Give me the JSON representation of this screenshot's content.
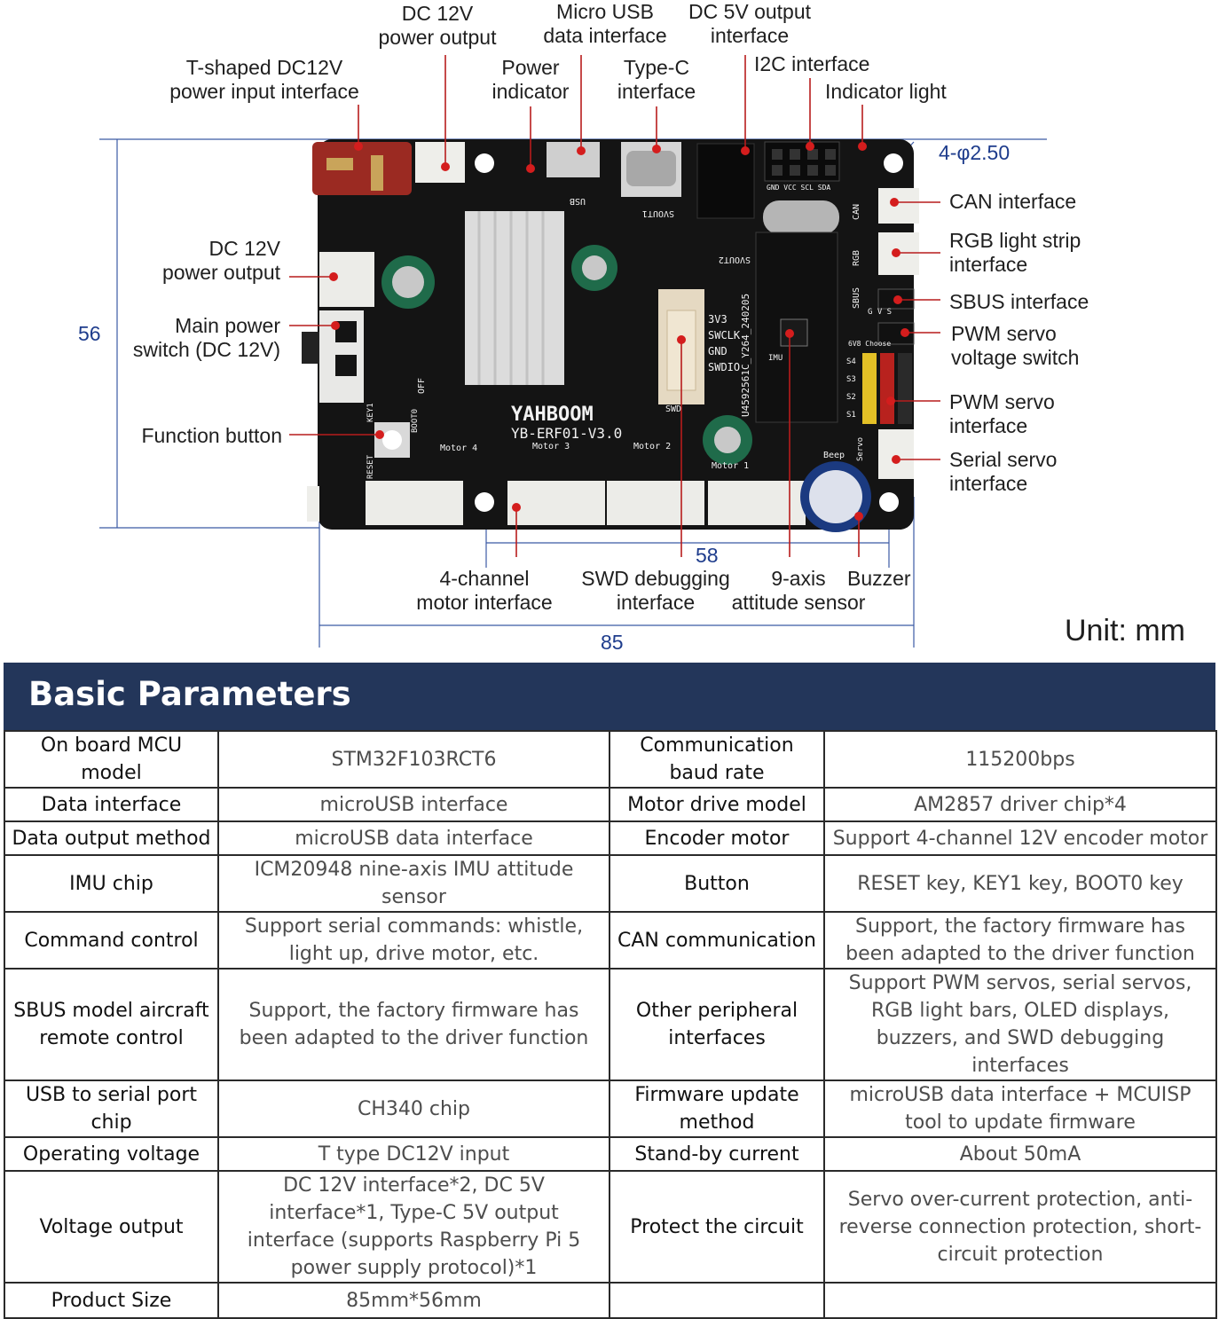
{
  "diagram": {
    "callouts": {
      "dc12v_top": "DC 12V\npower output",
      "micro_usb": "Micro USB\ndata interface",
      "dc5v": "DC 5V output\ninterface",
      "t_shaped": "T-shaped DC12V\npower input interface",
      "power_indicator": "Power\nindicator",
      "type_c": "Type-C\ninterface",
      "i2c": "I2C interface",
      "indicator_light": "Indicator light",
      "hole_spec": "4-φ2.50",
      "can": "CAN interface",
      "rgb": "RGB light strip\ninterface",
      "sbus": "SBUS interface",
      "pwm_switch": "PWM servo\nvoltage switch",
      "pwm_iface": "PWM servo\ninterface",
      "serial_servo": "Serial servo\ninterface",
      "dc12v_left": "DC 12V\npower output",
      "main_switch": "Main power\nswitch (DC 12V)",
      "function_button": "Function button",
      "motor_iface": "4-channel\nmotor interface",
      "swd": "SWD debugging\ninterface",
      "imu": "9-axis\nattitude sensor",
      "buzzer": "Buzzer"
    },
    "dimensions": {
      "height": "56",
      "inner_width": "58",
      "width": "85"
    },
    "unit": "Unit: mm",
    "board": {
      "brand": "YAHBOOM",
      "model": "YB-ERF01-V3.0",
      "serial": "U4592561C_Y264_240205",
      "swd_pins": [
        "3V3",
        "SWCLK",
        "GND",
        "SWDIO"
      ],
      "motor_labels": [
        "Motor 1",
        "Motor 2",
        "Motor 3",
        "Motor 4"
      ],
      "side_labels": [
        "CAN",
        "RGB",
        "SBUS",
        "S4",
        "S3",
        "S2",
        "S1",
        "Servo",
        "Beep",
        "IMU",
        "SWD",
        "BOOT0",
        "KEY1",
        "RESET",
        "OFF",
        "USB",
        "SVOUT1",
        "SVOUT2",
        "GND VCC SCL SDA",
        "6V8 Choose",
        "G V S"
      ]
    }
  },
  "params": {
    "title": "Basic Parameters",
    "rows": [
      [
        "On board MCU model",
        "STM32F103RCT6",
        "Communication baud rate",
        "115200bps"
      ],
      [
        "Data interface",
        "microUSB interface",
        "Motor drive model",
        "AM2857 driver chip*4"
      ],
      [
        "Data output method",
        "microUSB data interface",
        "Encoder motor",
        "Support 4-channel 12V encoder motor"
      ],
      [
        "IMU chip",
        "ICM20948 nine-axis IMU attitude sensor",
        "Button",
        "RESET key, KEY1 key, BOOT0 key"
      ],
      [
        "Command control",
        "Support serial commands: whistle, light up, drive motor, etc.",
        "CAN communication",
        "Support, the factory firmware has been adapted to the driver function"
      ],
      [
        "SBUS model aircraft remote control",
        "Support, the factory firmware has been adapted to the driver function",
        "Other peripheral interfaces",
        "Support PWM servos, serial servos, RGB light bars, OLED displays, buzzers, and SWD debugging interfaces"
      ],
      [
        "USB to serial port chip",
        "CH340 chip",
        "Firmware update method",
        "microUSB data interface + MCUISP tool to update firmware"
      ],
      [
        "Operating voltage",
        "T type DC12V input",
        "Stand-by current",
        "About 50mA"
      ],
      [
        "Voltage output",
        "DC 12V interface*2, DC 5V interface*1, Type-C 5V output interface (supports Raspberry Pi 5 power supply protocol)*1",
        "Protect the circuit",
        "Servo over-current protection, anti-reverse connection protection, short-circuit protection"
      ],
      [
        "Product Size",
        "85mm*56mm",
        "",
        ""
      ]
    ]
  }
}
